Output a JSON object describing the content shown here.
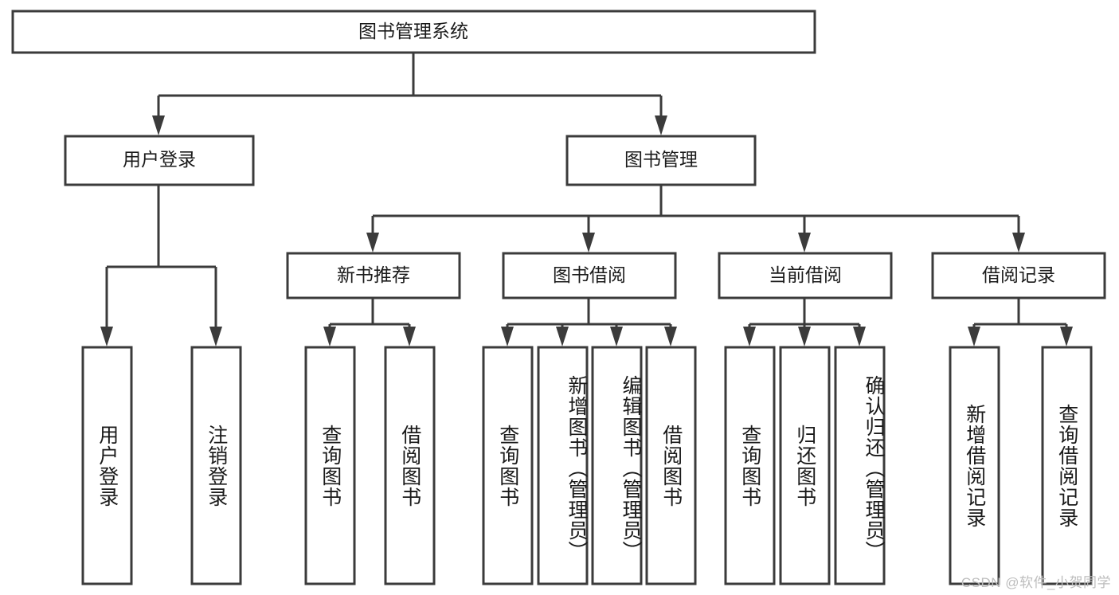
{
  "diagram": {
    "title": "图书管理系统",
    "watermark": "CSDN @软件_小贺同学",
    "colors": {
      "stroke": "#3b3b3b",
      "box_fill": "#ffffff",
      "text": "#1a1a1a",
      "background": "#ffffff",
      "watermark": "#bdbdbd"
    },
    "levels": {
      "root": {
        "label": "图书管理系统"
      },
      "level2": [
        {
          "label": "用户登录"
        },
        {
          "label": "图书管理"
        }
      ],
      "level3": [
        {
          "label": "新书推荐"
        },
        {
          "label": "图书借阅"
        },
        {
          "label": "当前借阅"
        },
        {
          "label": "借阅记录"
        }
      ],
      "leaves": {
        "user_login": [
          {
            "label": "用户登录"
          },
          {
            "label": "注销登录"
          }
        ],
        "new_book_recommend": [
          {
            "label": "查询图书"
          },
          {
            "label": "借阅图书"
          }
        ],
        "book_borrow": [
          {
            "label": "查询图书"
          },
          {
            "label": "新增图书（管理员）"
          },
          {
            "label": "编辑图书（管理员）"
          },
          {
            "label": "借阅图书"
          }
        ],
        "current_borrow": [
          {
            "label": "查询图书"
          },
          {
            "label": "归还图书"
          },
          {
            "label": "确认归还（管理员）"
          }
        ],
        "borrow_record": [
          {
            "label": "新增借阅记录"
          },
          {
            "label": "查询借阅记录"
          }
        ]
      }
    }
  }
}
